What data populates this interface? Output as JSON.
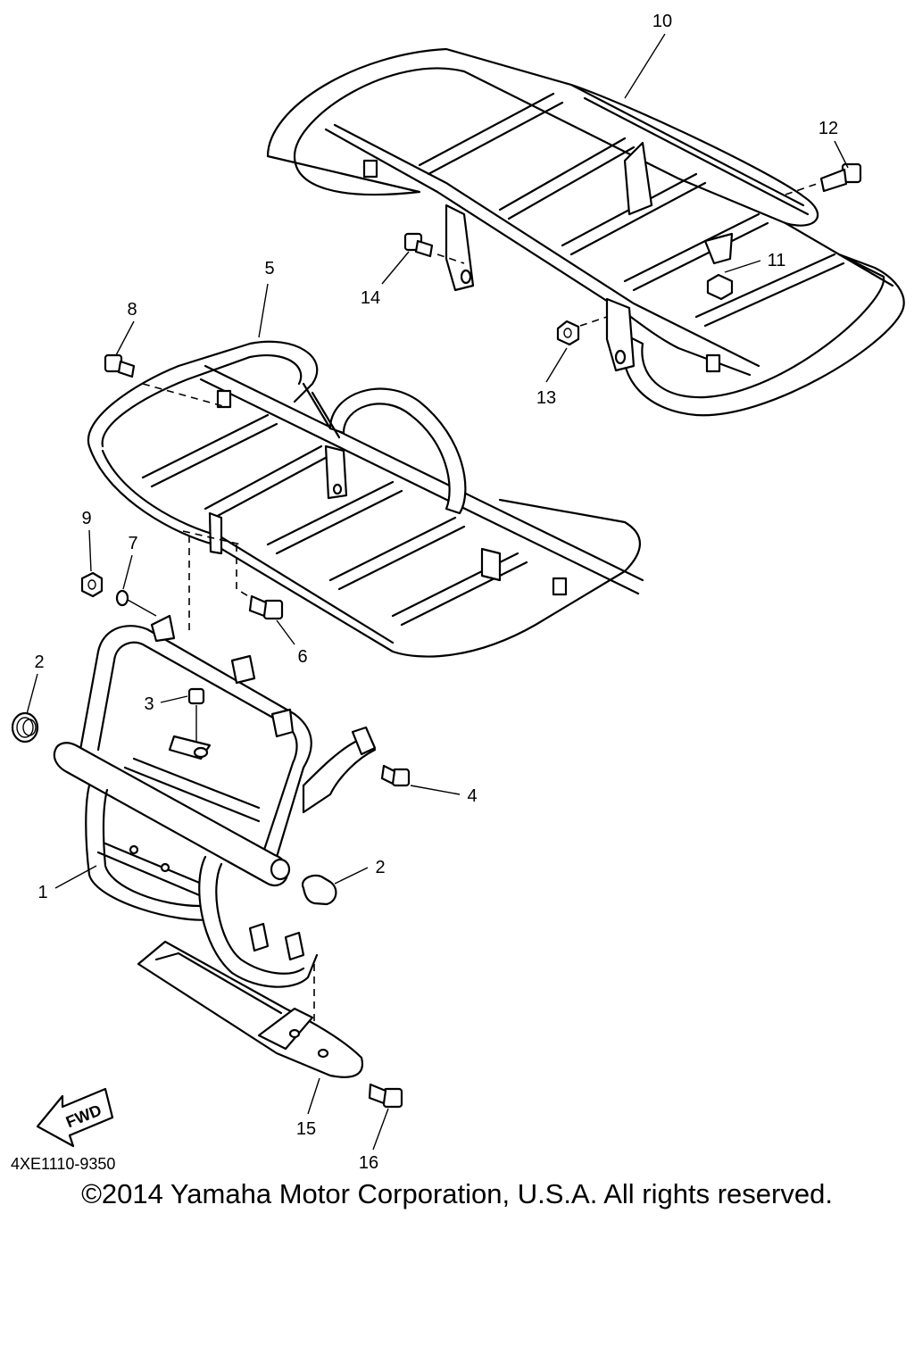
{
  "callouts": {
    "c1": "1",
    "c2a": "2",
    "c2b": "2",
    "c3": "3",
    "c4": "4",
    "c5": "5",
    "c6": "6",
    "c7": "7",
    "c8": "8",
    "c9": "9",
    "c10": "10",
    "c11": "11",
    "c12": "12",
    "c13": "13",
    "c14": "14",
    "c15": "15",
    "c16": "16"
  },
  "fwd_label": "FWD",
  "diagram_code": "4XE1110-9350",
  "copyright": "©2014 Yamaha Motor Corporation, U.S.A. All rights reserved."
}
